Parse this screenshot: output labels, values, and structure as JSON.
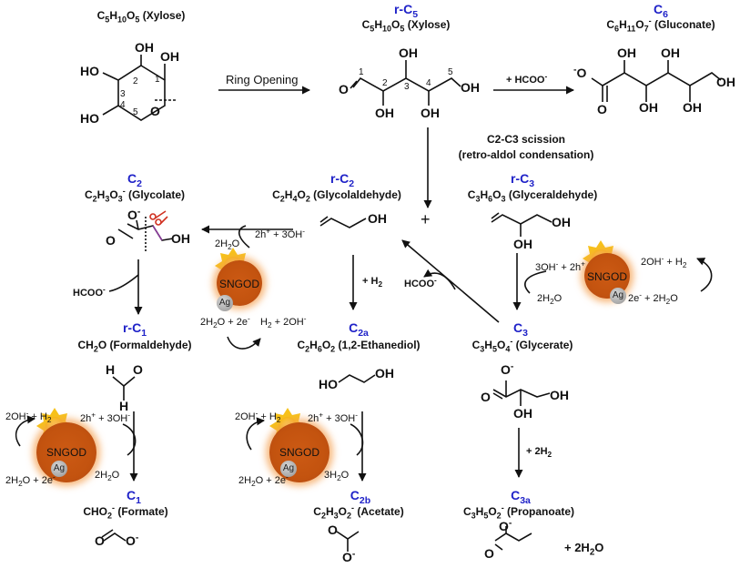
{
  "colors": {
    "label": "#1f22c8",
    "nanoparticle": "#c3530f",
    "glow": "#f4a050",
    "sun": "#f7c21a",
    "silver": "#a8a8a8",
    "scissors": "#d03020"
  },
  "xylose_cyclic": {
    "formula_html": "C<sub>5</sub>H<sub>10</sub>O<sub>5</sub> (Xylose)",
    "oh1": "OH",
    "oh2": "OH",
    "oh3": "HO",
    "oh4": "HO",
    "ring_o": "O",
    "nums": [
      "1",
      "2",
      "3",
      "4",
      "5"
    ]
  },
  "ring_opening": {
    "label": "Ring Opening"
  },
  "rc5": {
    "label_html": "r-C<sub>5</sub>",
    "formula_html": "C<sub>5</sub>H<sub>10</sub>O<sub>5</sub> (Xylose)",
    "o": "O",
    "oh_top": "OH",
    "oh_bot1": "OH",
    "oh_bot2": "OH",
    "oh_end": "OH",
    "nums": [
      "1",
      "2",
      "3",
      "4",
      "5"
    ]
  },
  "hcooo_top": {
    "text_html": "+ HCOO<sup>-</sup>"
  },
  "c6": {
    "label_html": "C<sub>6</sub>",
    "formula_html": "C<sub>6</sub>H<sub>11</sub>O<sub>7</sub><sup>-</sup> (Gluconate)",
    "o_minus_html": "<sup>-</sup>O",
    "o": "O",
    "oh1": "OH",
    "oh2": "OH",
    "oh3": "OH",
    "oh4": "OH",
    "oh5": "OH"
  },
  "scission": {
    "line1": "C2-C3 scission",
    "line2": "(retro-aldol condensation)"
  },
  "plus": "+",
  "rc2": {
    "label_html": "r-C<sub>2</sub>",
    "formula_html": "C<sub>2</sub>H<sub>4</sub>O<sub>2</sub> (Glycolaldehyde)",
    "oh": "OH"
  },
  "rc3": {
    "label_html": "r-C<sub>3</sub>",
    "formula_html": "C<sub>3</sub>H<sub>6</sub>O<sub>3</sub> (Glyceraldehyde)",
    "oh1": "OH",
    "oh2": "OH"
  },
  "c2": {
    "label_html": "C<sub>2</sub>",
    "formula_html": "C<sub>2</sub>H<sub>3</sub>O<sub>3</sub><sup>-</sup> (Glycolate)",
    "o_minus_html": "O<sup>-</sup>",
    "o": "O",
    "oh": "OH"
  },
  "hcoo_left_html": "HCOO<sup>-</sup>",
  "rc1": {
    "label_html": "r-C<sub>1</sub>",
    "formula_html": "CH<sub>2</sub>O (Formaldehyde)",
    "h1": "H",
    "h2": "H",
    "o": "O"
  },
  "c1": {
    "label_html": "C<sub>1</sub>",
    "formula_html": "CHO<sub>2</sub><sup>-</sup> (Formate)",
    "o1": "O",
    "o2_html": "O<sup>-</sup>"
  },
  "c2a": {
    "label_html": "C<sub>2a</sub>",
    "formula_html": "C<sub>2</sub>H<sub>6</sub>O<sub>2</sub> (1,2-Ethanediol)",
    "ho": "HO",
    "oh": "OH"
  },
  "plus_h2_html": "+ H<sub>2</sub>",
  "c2b": {
    "label_html": "C<sub>2b</sub>",
    "formula_html": "C<sub>2</sub>H<sub>3</sub>O<sub>2</sub><sup>-</sup> (Acetate)",
    "o": "O",
    "o_minus_html": "O<sup>-</sup>"
  },
  "c3": {
    "label_html": "C<sub>3</sub>",
    "formula_html": "C<sub>3</sub>H<sub>5</sub>O<sub>4</sub><sup>-</sup> (Glycerate)",
    "o_minus_html": "O<sup>-</sup>",
    "o": "O",
    "oh1": "OH",
    "oh2": "OH"
  },
  "hcoo_mid_html": "HCOO<sup>-</sup>",
  "plus_2h2_html": "+ 2H<sub>2</sub>",
  "c3a": {
    "label_html": "C<sub>3a</sub>",
    "formula_html": "C<sub>3</sub>H<sub>5</sub>O<sub>2</sub><sup>-</sup> (Propanoate)",
    "o_minus_html": "O<sup>-</sup>",
    "o": "O",
    "plus_water_html": "+ 2H<sub>2</sub>O"
  },
  "catalyst": {
    "name": "SNGOD",
    "ag": "Ag",
    "holes_html": "2h<sup>+</sup> + 3OH<sup>-</sup>",
    "holes_alt_html": "3OH<sup>-</sup> + 2h<sup>+</sup>",
    "water_html": "2H<sub>2</sub>O",
    "water3_html": "3H<sub>2</sub>O",
    "e_side_html": "2H<sub>2</sub>O + 2e<sup>-</sup>",
    "e_side_alt_html": "2e<sup>-</sup> + 2H<sub>2</sub>O",
    "h2_side_html": "H<sub>2</sub> + 2OH<sup>-</sup>",
    "oh_h2_html": "2OH<sup>-</sup> + H<sub>2</sub>"
  }
}
